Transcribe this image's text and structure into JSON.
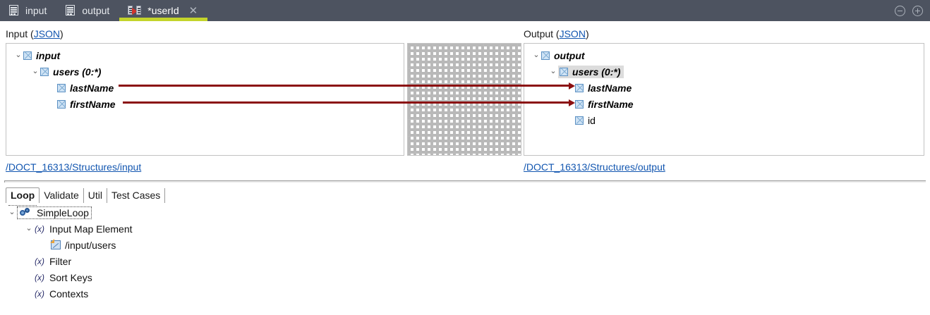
{
  "window": {
    "tabs": [
      {
        "label": "input",
        "icon": "structure-icon",
        "active": false,
        "dirty": false
      },
      {
        "label": "output",
        "icon": "structure-icon",
        "active": false,
        "dirty": false
      },
      {
        "label": "*userId",
        "icon": "map-icon",
        "active": true,
        "dirty": true
      }
    ],
    "close_glyph": "✕",
    "minimize_title": "minimize",
    "maximize_title": "maximize",
    "accent_color": "#c3d42b",
    "titlebar_color": "#4d5360"
  },
  "input_panel": {
    "header_text": "Input",
    "header_format_open": "(",
    "header_format": "JSON",
    "header_format_close": ")",
    "path_link": "/DOCT_16313/Structures/input",
    "tree": [
      {
        "label": "input",
        "indent": 0,
        "expanded": true,
        "chevron": "⌄",
        "icon": "xml-element-icon",
        "style": "bold-italic",
        "selected": false
      },
      {
        "label": "users (0:*)",
        "indent": 1,
        "expanded": true,
        "chevron": "⌄",
        "icon": "xml-element-icon",
        "style": "bold-italic",
        "selected": false
      },
      {
        "label": "lastName",
        "indent": 2,
        "expanded": false,
        "chevron": "",
        "icon": "xml-element-icon",
        "style": "bold-italic",
        "selected": false
      },
      {
        "label": "firstName",
        "indent": 2,
        "expanded": false,
        "chevron": "",
        "icon": "xml-element-icon",
        "style": "bold-italic",
        "selected": false
      }
    ]
  },
  "output_panel": {
    "header_text": "Output",
    "header_format_open": "(",
    "header_format": "JSON",
    "header_format_close": ")",
    "path_link": "/DOCT_16313/Structures/output",
    "tree": [
      {
        "label": "output",
        "indent": 0,
        "expanded": true,
        "chevron": "⌄",
        "icon": "xml-element-icon",
        "style": "bold-italic",
        "selected": false
      },
      {
        "label": "users (0:*)",
        "indent": 1,
        "expanded": true,
        "chevron": "⌄",
        "icon": "xml-element-icon",
        "style": "bold-italic",
        "selected": true
      },
      {
        "label": "lastName",
        "indent": 2,
        "expanded": false,
        "chevron": "",
        "icon": "xml-element-icon",
        "style": "bold-italic",
        "selected": false
      },
      {
        "label": "firstName",
        "indent": 2,
        "expanded": false,
        "chevron": "",
        "icon": "xml-element-icon",
        "style": "bold-italic",
        "selected": false
      },
      {
        "label": "id",
        "indent": 2,
        "expanded": false,
        "chevron": "",
        "icon": "xml-element-icon",
        "style": "plain",
        "selected": false
      }
    ]
  },
  "mapping": {
    "line_color": "#8b0f10",
    "grid_color": "#bdbdbd",
    "links": [
      {
        "from": "input.users.lastName",
        "to": "output.users.lastName"
      },
      {
        "from": "input.users.firstName",
        "to": "output.users.firstName"
      }
    ]
  },
  "bottom": {
    "tabs": [
      {
        "label": "Loop",
        "active": true
      },
      {
        "label": "Validate",
        "active": false
      },
      {
        "label": "Util",
        "active": false
      },
      {
        "label": "Test Cases",
        "active": false
      }
    ],
    "tree": [
      {
        "label": "SimpleLoop",
        "indent": 0,
        "chevron": "⌄",
        "icon": "gears-icon",
        "selected": true
      },
      {
        "label": "Input Map Element",
        "indent": 1,
        "chevron": "⌄",
        "icon": "fx-icon",
        "selected": false
      },
      {
        "label": "/input/users",
        "indent": 2,
        "chevron": "",
        "icon": "xpath-icon",
        "selected": false
      },
      {
        "label": "Filter",
        "indent": 1,
        "chevron": "",
        "icon": "fx-icon",
        "selected": false
      },
      {
        "label": "Sort Keys",
        "indent": 1,
        "chevron": "",
        "icon": "fx-icon",
        "selected": false
      },
      {
        "label": "Contexts",
        "indent": 1,
        "chevron": "",
        "icon": "fx-icon",
        "selected": false
      }
    ],
    "fx_glyph": "(x)"
  }
}
